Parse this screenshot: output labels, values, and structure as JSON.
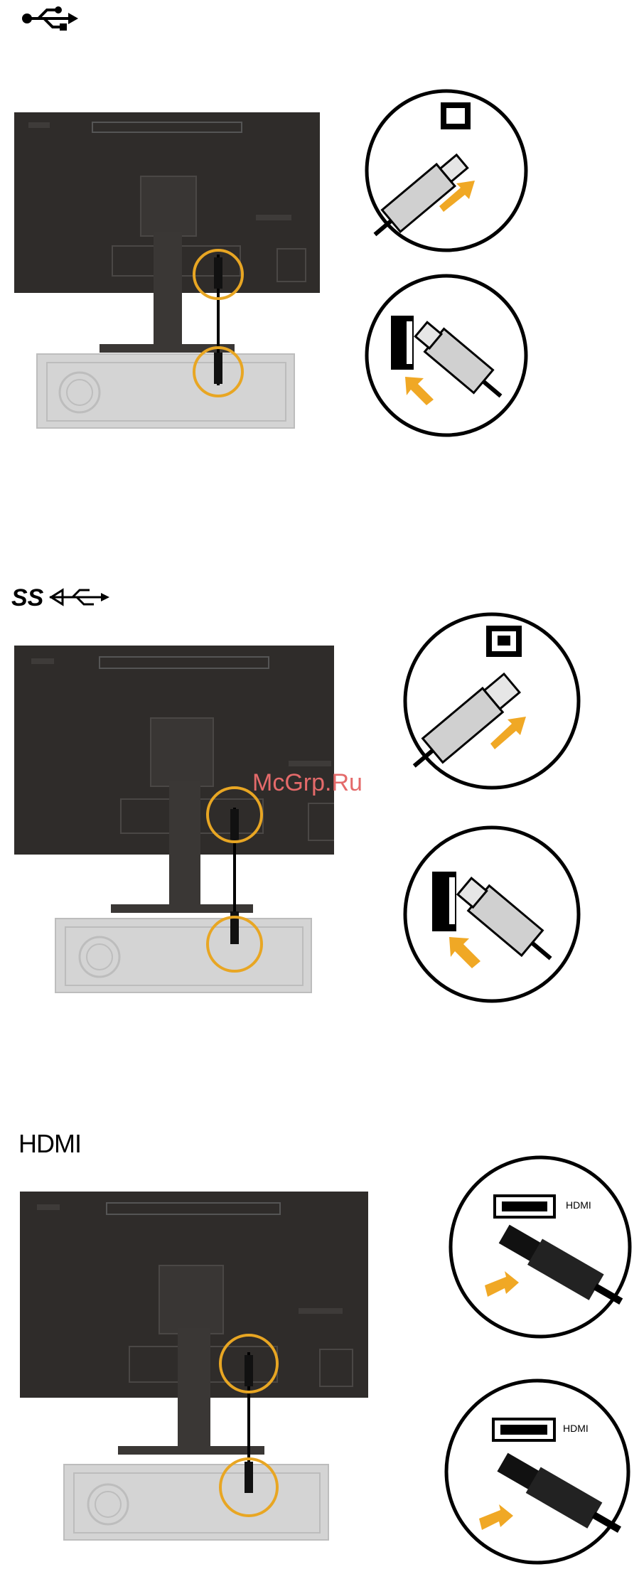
{
  "sections": [
    {
      "id": "usb2",
      "symbol_icon": "usb-icon"
    },
    {
      "id": "usb3",
      "symbol_icon": "superspeed-usb-icon"
    },
    {
      "id": "hdmi",
      "title": "HDMI",
      "port_label": "HDMI"
    }
  ],
  "watermark": "McGrp.Ru",
  "colors": {
    "monitor_body": "#2f2c2a",
    "highlight_circle": "#e8a623",
    "arrow": "#f0a825",
    "pc_case": "#d4d4d4"
  }
}
